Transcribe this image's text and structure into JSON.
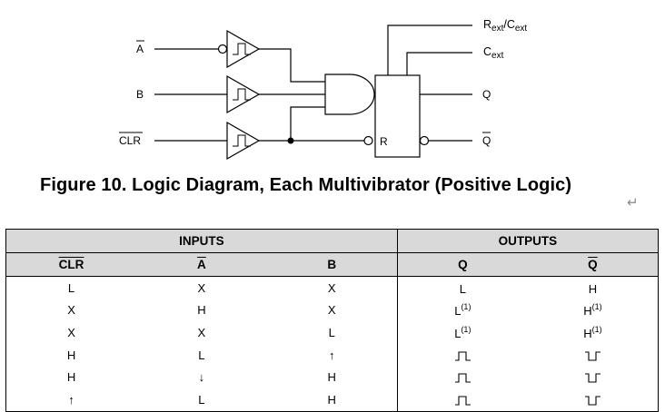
{
  "diagram": {
    "input_a": "A",
    "input_b": "B",
    "input_clr": "CLR",
    "out_rext": "Rext/Cext",
    "out_cext": "Cext",
    "out_q": "Q",
    "out_qbar": "Q",
    "reset_pin": "R"
  },
  "caption": "Figure 10.  Logic Diagram, Each Multivibrator (Positive Logic)",
  "table": {
    "group_inputs": "INPUTS",
    "group_outputs": "OUTPUTS",
    "columns": [
      "CLR",
      "A",
      "B",
      "Q",
      "Q"
    ],
    "overlined_columns": [
      "CLR",
      "A",
      "Q"
    ],
    "rows": [
      {
        "clr": "L",
        "a": "X",
        "b": "X",
        "q": "L",
        "qbar": "H",
        "q_note": "",
        "qbar_note": ""
      },
      {
        "clr": "X",
        "a": "H",
        "b": "X",
        "q": "L",
        "qbar": "H",
        "q_note": "(1)",
        "qbar_note": "(1)"
      },
      {
        "clr": "X",
        "a": "X",
        "b": "L",
        "q": "L",
        "qbar": "H",
        "q_note": "(1)",
        "qbar_note": "(1)"
      },
      {
        "clr": "H",
        "a": "L",
        "b": "↑",
        "q": "positive-pulse-icon",
        "qbar": "negative-pulse-icon",
        "q_note": "",
        "qbar_note": ""
      },
      {
        "clr": "H",
        "a": "↓",
        "b": "H",
        "q": "positive-pulse-icon",
        "qbar": "negative-pulse-icon",
        "q_note": "",
        "qbar_note": ""
      },
      {
        "clr": "↑",
        "a": "L",
        "b": "H",
        "q": "positive-pulse-icon",
        "qbar": "negative-pulse-icon",
        "q_note": "",
        "qbar_note": ""
      }
    ]
  }
}
